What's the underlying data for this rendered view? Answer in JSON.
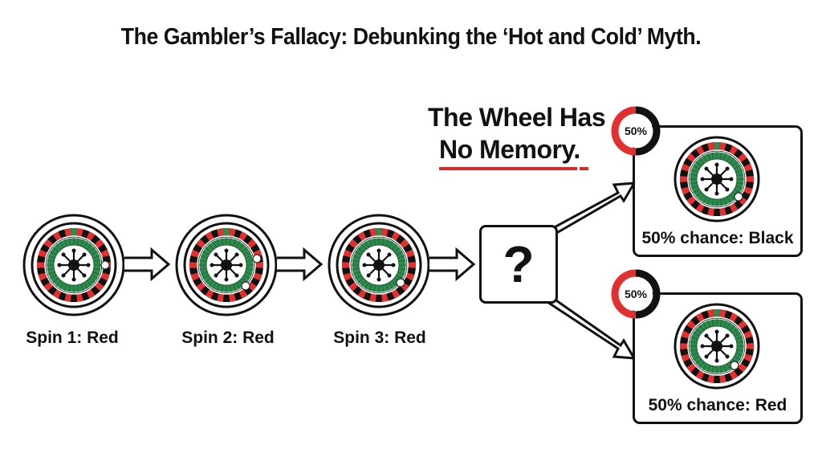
{
  "title": "The Gambler’s Fallacy: Debunking the ‘Hot and Cold’ Myth.",
  "headline": {
    "line1": "The Wheel Has",
    "line2": "No Memory."
  },
  "spins": [
    {
      "label": "Spin 1: Red",
      "result": "Red"
    },
    {
      "label": "Spin 2: Red",
      "result": "Red"
    },
    {
      "label": "Spin 3: Red",
      "result": "Red"
    }
  ],
  "unknown": {
    "symbol": "?"
  },
  "outcomes": [
    {
      "badge": "50%",
      "label": "50% chance: Black",
      "color": "Black"
    },
    {
      "badge": "50%",
      "label": "50% chance: Red",
      "color": "Red"
    }
  ],
  "colors": {
    "red": "#e23030",
    "black": "#111111",
    "green": "#2e8b4e",
    "accent_underline": "#d32a2a"
  },
  "icons": {
    "wheel": "roulette-wheel-icon",
    "arrow": "arrow-right-icon",
    "question": "question-mark-icon",
    "badge": "percentage-ring-icon"
  }
}
